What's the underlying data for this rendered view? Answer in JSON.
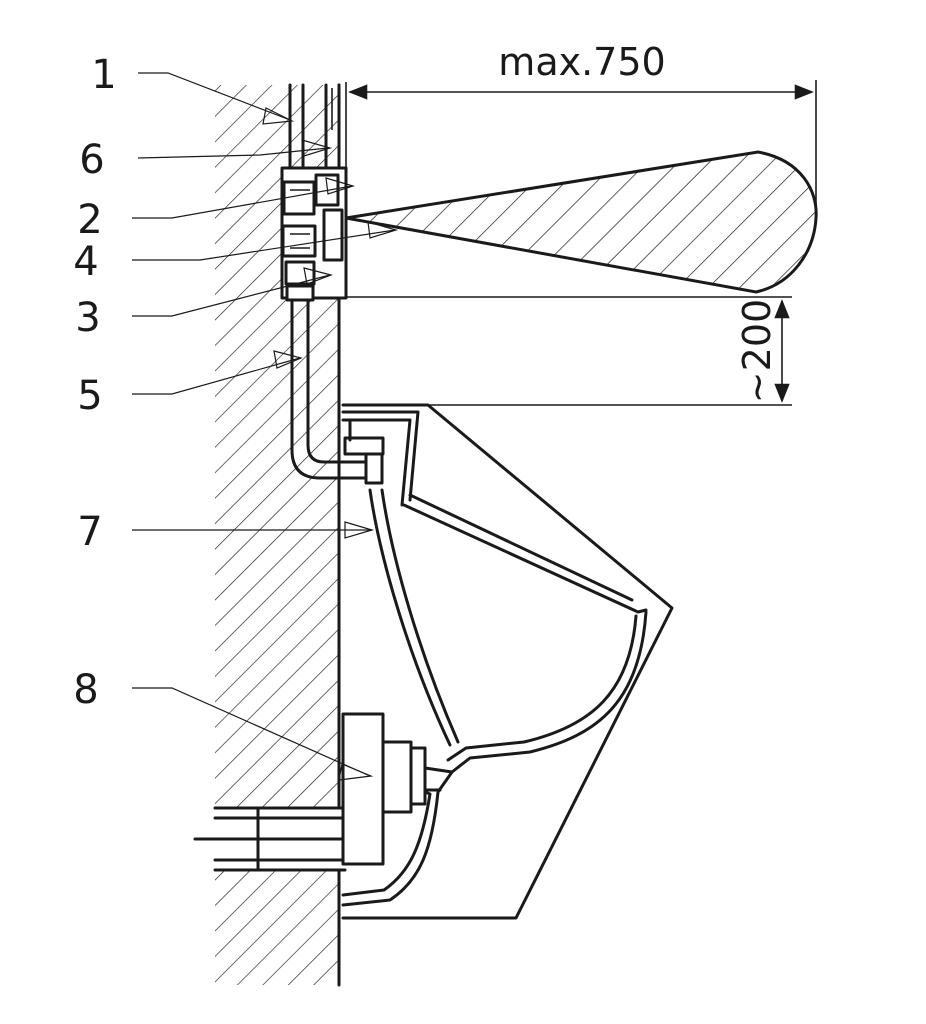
{
  "dimensions": {
    "width": "max.750",
    "height": "~200"
  },
  "callouts": [
    "1",
    "6",
    "2",
    "4",
    "3",
    "5",
    "7",
    "8"
  ]
}
